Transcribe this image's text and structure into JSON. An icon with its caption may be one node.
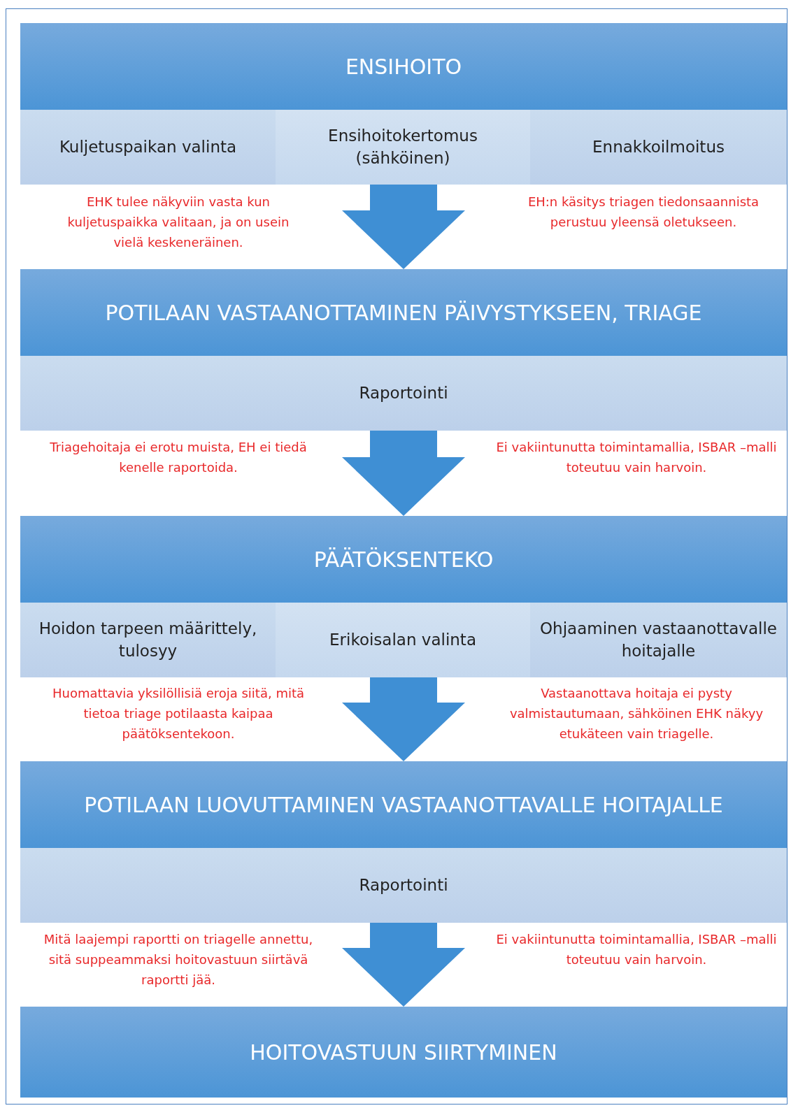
{
  "diagram": {
    "nodes": [
      {
        "text": [
          "ENSIHOITO"
        ]
      },
      {
        "text": [
          "Kuljetuspaikan valinta"
        ]
      },
      {
        "text": [
          "Ensihoitokertomus (sähköinen)"
        ]
      },
      {
        "text": [
          "Ennakkoilmoitus"
        ]
      },
      {
        "text": [
          "POTILAAN VASTAANOTTAMINEN PÄIVYSTYKSEEN, TRIAGE"
        ]
      },
      {
        "text": [
          "Raportointi"
        ]
      },
      {
        "text": [
          "PÄÄTÖKSENTEKO"
        ]
      },
      {
        "text": [
          "Hoidon tarpeen määrittely, tulosyy"
        ]
      },
      {
        "text": [
          "Erikoisalan valinta"
        ]
      },
      {
        "text": [
          "Ohjaaminen vastaanottavalle hoitajalle"
        ]
      },
      {
        "text": [
          "POTILAAN LUOVUTTAMINEN VASTAANOTTAVALLE HOITAJALLE"
        ]
      },
      {
        "text": [
          "Raportointi"
        ]
      },
      {
        "text": [
          "HOITOVASTUUN SIIRTYMINEN"
        ]
      }
    ],
    "edges": [
      {
        "from": 2,
        "to": 4,
        "arrow": "to"
      },
      {
        "from": 5,
        "to": 6,
        "arrow": "to"
      },
      {
        "from": 8,
        "to": 10,
        "arrow": "to"
      },
      {
        "from": 11,
        "to": 12,
        "arrow": "to"
      }
    ],
    "labels": [
      "EHK tulee näkyviin vasta kun kuljetuspaikka valitaan, ja on usein vielä keskeneräinen.",
      "EH:n käsitys triagen tiedonsaannista perustuu yleensä oletukseen.",
      "Triagehoitaja ei erotu muista, EH ei tiedä kenelle raportoida.",
      "Ei vakiintunutta toimintamallia, ISBAR –malli toteutuu vain harvoin.",
      "Huomattavia yksilöllisiä eroja siitä, mitä tietoa triage potilaasta kaipaa päätöksentekoon.",
      "Vastaanottava hoitaja ei pysty valmistautumaan, sähköinen EHK näkyy etukäteen vain triagelle.",
      "Mitä laajempi raportti on triagelle annettu, sitä suppeammaksi hoitovastuun siirtävä raportti jää.",
      "Ei vakiintunutta toimintamallia, ISBAR –malli toteutuu vain harvoin."
    ]
  }
}
